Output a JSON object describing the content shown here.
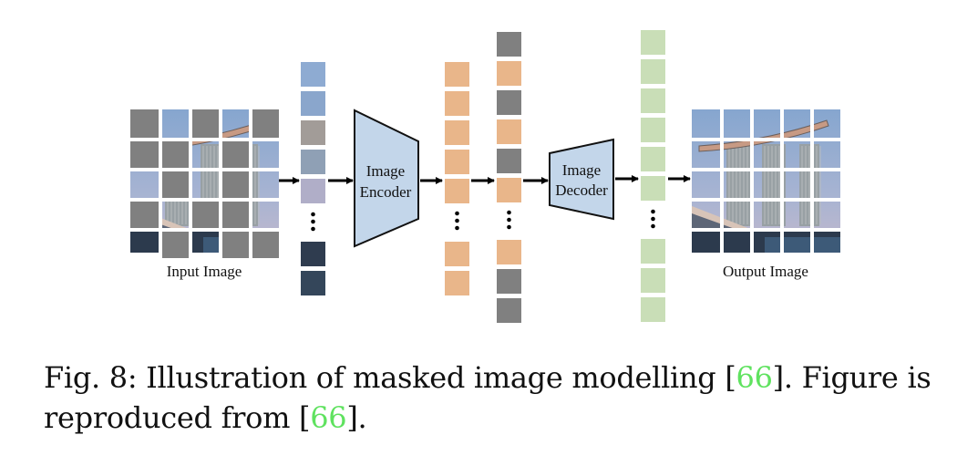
{
  "figure": {
    "input_label": "Input Image",
    "output_label": "Output Image",
    "encoder": {
      "line1": "Image",
      "line2": "Encoder"
    },
    "decoder": {
      "line1": "Image",
      "line2": "Decoder"
    },
    "input_grid": {
      "rows": 5,
      "cols": 5,
      "mask": [
        [
          1,
          0,
          1,
          0,
          1
        ],
        [
          1,
          1,
          0,
          1,
          0
        ],
        [
          0,
          1,
          0,
          1,
          0
        ],
        [
          1,
          0,
          1,
          1,
          0
        ],
        [
          0,
          1,
          0,
          1,
          1
        ]
      ]
    },
    "visible_patch_column": {
      "patches_before_ellipsis": 5,
      "patches_after_ellipsis": 2
    },
    "encoded_tokens": {
      "before_ellipsis": 5,
      "after_ellipsis": 2
    },
    "full_token_sequence": {
      "before_ellipsis": [
        "mask",
        "token",
        "mask",
        "token",
        "mask",
        "token"
      ],
      "after_ellipsis": [
        "token",
        "mask",
        "mask"
      ]
    },
    "decoded_tokens": {
      "before_ellipsis": 6,
      "after_ellipsis": 3
    },
    "colors": {
      "mask": "#808080",
      "token": "#e9b68a",
      "decoded": "#c9deb7",
      "codec_fill": "#c3d6ea",
      "sky_top": "#8aa9d0",
      "sky_bottom": "#b9b6cf",
      "building": "#9aa3a8",
      "ground": "#2c3a4d",
      "ref_link": "#5fe25f"
    }
  },
  "caption": {
    "prefix": "Fig. 8: Illustration of masked image modelling [",
    "ref1": "66",
    "middle": "]. Figure is reproduced from [",
    "ref2": "66",
    "suffix": "]."
  }
}
